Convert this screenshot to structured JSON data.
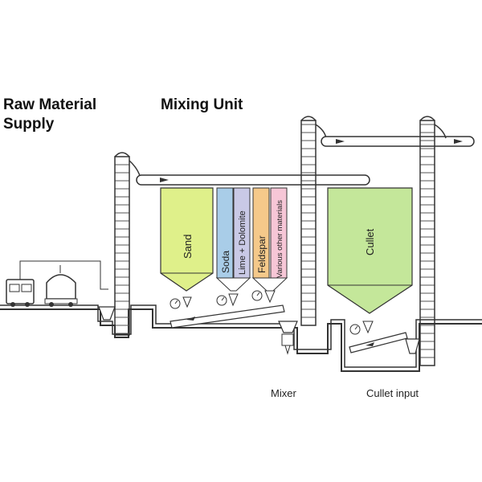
{
  "headings": {
    "raw_material_line1": "Raw Material",
    "raw_material_line2": "Supply",
    "mixing_unit": "Mixing Unit"
  },
  "silos": {
    "sand": "Sand",
    "soda": "Soda",
    "lime_dolomite": "Lime + Dolomite",
    "feldspar": "Feldspar",
    "various": "Various other materials",
    "cullet": "Cullet"
  },
  "captions": {
    "mixer": "Mixer",
    "cullet_input": "Cullet input"
  },
  "colors": {
    "sand": "#dff08a",
    "soda": "#a9cde8",
    "lime_dolomite": "#c9c9e6",
    "feldspar": "#f5c98a",
    "various": "#f6c6d6",
    "cullet": "#c4e79a",
    "line": "#333333"
  }
}
